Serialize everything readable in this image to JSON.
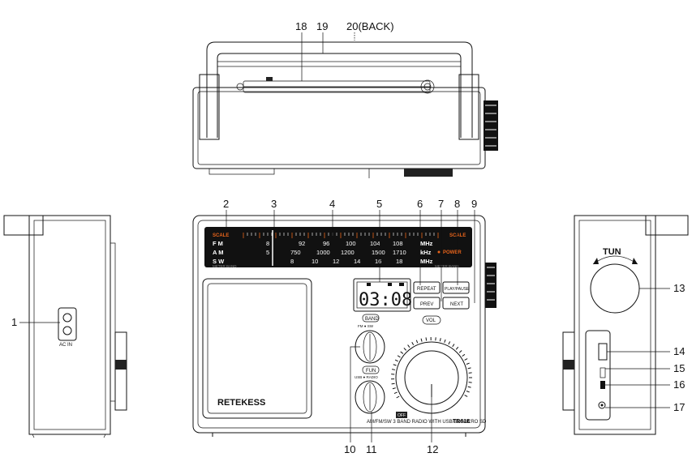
{
  "callouts": {
    "n1": "1",
    "n2": "2",
    "n3": "3",
    "n4": "4",
    "n5": "5",
    "n6": "6",
    "n7": "7",
    "n8": "8",
    "n9": "9",
    "n10": "10",
    "n11": "11",
    "n12": "12",
    "n13": "13",
    "n14": "14",
    "n15": "15",
    "n16": "16",
    "n17": "17",
    "n18": "18",
    "n19": "19",
    "n20": "20(BACK)"
  },
  "dial": {
    "scale_left": "SCALE",
    "scale_right": "SCALE",
    "fm_label": "F  M",
    "am_label": "A  M",
    "sw_label": "S  W",
    "fm_first": "8",
    "am_first": "5",
    "fm_values": [
      "92",
      "96",
      "100",
      "104",
      "108"
    ],
    "fm_unit": "MHz",
    "am_values": [
      "750",
      "1000",
      "1200",
      "1500",
      "1710"
    ],
    "am_unit": "kHz",
    "sw_values": [
      "8",
      "10",
      "12",
      "14",
      "16",
      "18"
    ],
    "sw_unit": "MHz",
    "power": "POWER",
    "meter_band_left": "METER BAND",
    "meter_band_right": "METER BAND"
  },
  "buttons": {
    "repeat": "REPEAT",
    "play_pause": "PLAY/PAUSE",
    "prev": "PREV",
    "next": "NEXT"
  },
  "display": {
    "time": "03:08"
  },
  "knobs": {
    "band": "BAND",
    "band_options": "FM ● SW",
    "fun": "FUN",
    "fun_options": "USB ● RADIO",
    "vol": "VOL",
    "off": "OFF",
    "tun": "TUN"
  },
  "branding": {
    "logo": "RETEKESS",
    "description": "AM/FM/SW 3 BAND RADIO WITH USB/SD/MICRO SD",
    "model": "TR618"
  },
  "side_left": {
    "jack_label": "AC IN"
  }
}
